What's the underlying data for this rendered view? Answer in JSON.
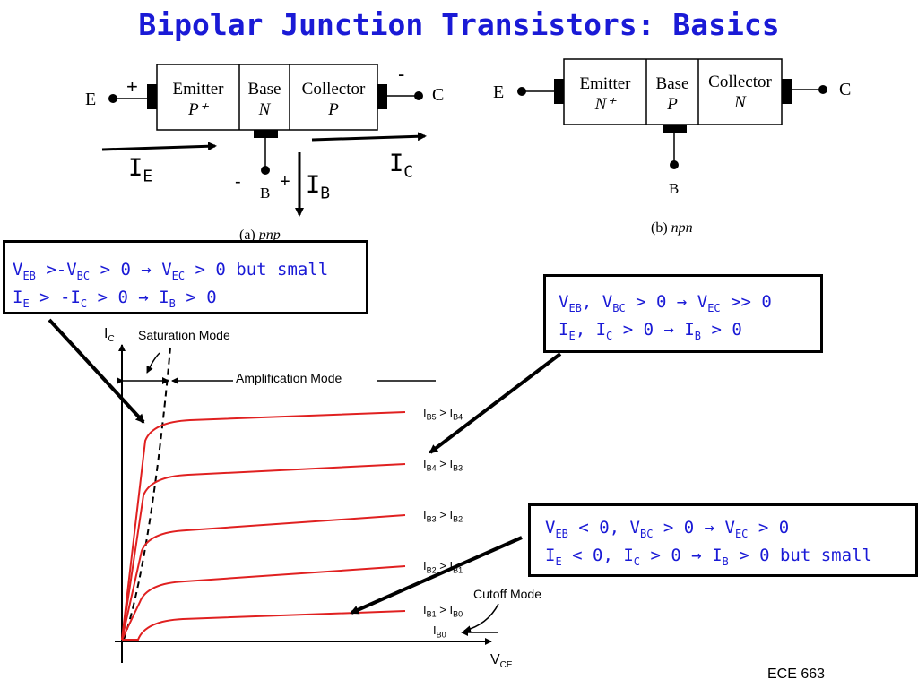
{
  "title": "Bipolar Junction Transistors: Basics",
  "pnp": {
    "emitter": "Emitter",
    "emitter_type": "P⁺",
    "base": "Base",
    "base_type": "N",
    "collector": "Collector",
    "collector_type": "P",
    "terminal_e": "E",
    "terminal_b": "B",
    "terminal_c": "C",
    "plus_e": "+",
    "minus_c": "-",
    "minus_b": "-",
    "plus_b": "+",
    "ie": "I",
    "ie_sub": "E",
    "ic": "I",
    "ic_sub": "C",
    "ib": "I",
    "ib_sub": "B",
    "caption_a": "(a)",
    "caption_b": "pnp"
  },
  "npn": {
    "emitter": "Emitter",
    "emitter_type": "N⁺",
    "base": "Base",
    "base_type": "P",
    "collector": "Collector",
    "collector_type": "N",
    "terminal_e": "E",
    "terminal_b": "B",
    "terminal_c": "C",
    "caption_a": "(b)",
    "caption_b": "npn"
  },
  "notes": {
    "saturation": {
      "l1": [
        "V",
        "EB",
        " >-V",
        "BC",
        " > 0 → V",
        "EC",
        " > 0 but small"
      ],
      "l2": [
        "I",
        "E",
        " > -I",
        "C",
        " > 0 → I",
        "B",
        "  > 0"
      ]
    },
    "amplification": {
      "l1": [
        "V",
        "EB",
        ", V",
        "BC",
        " > 0 → V",
        "EC",
        " >> 0"
      ],
      "l2": [
        "I",
        "E",
        ", I",
        "C",
        " > 0 → I",
        "B",
        "  > 0"
      ]
    },
    "cutoff": {
      "l1": [
        "V",
        "EB",
        " < 0, V",
        "BC",
        " > 0 → V",
        "EC",
        " > 0"
      ],
      "l2": [
        "I",
        "E",
        " < 0, I",
        "C",
        " > 0 → I",
        "B",
        "  > 0 but small"
      ]
    }
  },
  "plot": {
    "y_axis": "I",
    "y_sub": "C",
    "x_axis": "V",
    "x_sub": "CE",
    "saturation_mode": "Saturation Mode",
    "amplification_mode": "Amplification Mode",
    "cutoff_mode": "Cutoff Mode",
    "curve_labels": [
      {
        "a": "I",
        "as": "B5",
        "op": " > ",
        "b": "I",
        "bs": "B4"
      },
      {
        "a": "I",
        "as": "B4",
        "op": " > ",
        "b": "I",
        "bs": "B3"
      },
      {
        "a": "I",
        "as": "B3",
        "op": " > ",
        "b": "I",
        "bs": "B2"
      },
      {
        "a": "I",
        "as": "B2",
        "op": " > ",
        "b": "I",
        "bs": "B1"
      },
      {
        "a": "I",
        "as": "B1",
        "op": " > ",
        "b": "I",
        "bs": "B0"
      }
    ],
    "ib0": {
      "a": "I",
      "as": "B0"
    },
    "curve_color": "#e02020"
  },
  "footer": "ECE 663",
  "colors": {
    "title": "#1a1ad6",
    "note_text": "#1a1ad6"
  }
}
